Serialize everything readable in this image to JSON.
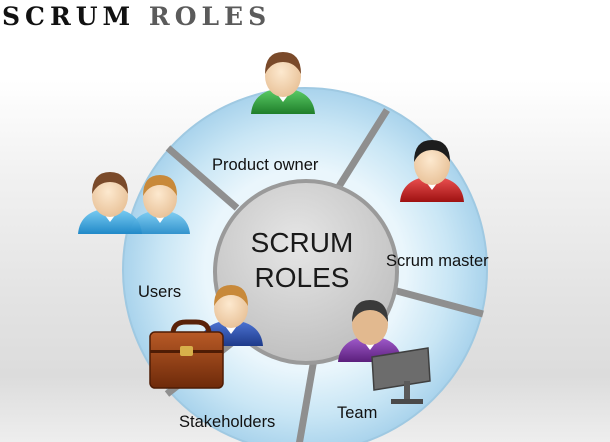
{
  "title": {
    "word1": "SCRUM",
    "word2": "ROLES"
  },
  "center": {
    "line1": "SCRUM",
    "line2": "ROLES"
  },
  "roles": [
    "Product owner",
    "Scrum master",
    "Team",
    "Stakeholders",
    "Users"
  ],
  "colors": {
    "ring_fill": "#c7e4f4",
    "ring_divider": "#8e8e8e",
    "hub_fill": "#d4d4d4",
    "product_owner_figure": "#2f9e3a",
    "scrum_master_figure": "#c81e1e",
    "team_figure": "#7a2f9c",
    "stakeholder_figure": "#2c4fa8",
    "users_figure": "#3aa6df",
    "briefcase": "#8b3a12"
  },
  "icons": [
    "person-icon",
    "briefcase-icon",
    "computer-monitor-icon"
  ]
}
